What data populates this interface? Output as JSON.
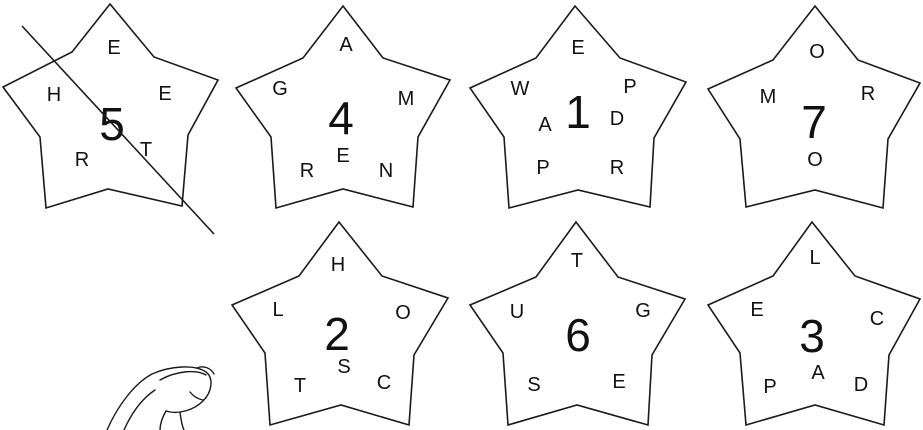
{
  "stars": [
    {
      "number": "5",
      "letters": [
        "E",
        "H",
        "E",
        "R",
        "T"
      ],
      "crossed_out": true
    },
    {
      "number": "4",
      "letters": [
        "A",
        "G",
        "M",
        "R",
        "E",
        "N"
      ],
      "crossed_out": false
    },
    {
      "number": "1",
      "letters": [
        "E",
        "W",
        "P",
        "A",
        "D",
        "P",
        "R"
      ],
      "crossed_out": false
    },
    {
      "number": "7",
      "letters": [
        "O",
        "M",
        "R",
        "O"
      ],
      "crossed_out": false
    },
    {
      "number": "2",
      "letters": [
        "H",
        "L",
        "O",
        "T",
        "S",
        "C"
      ],
      "crossed_out": false
    },
    {
      "number": "6",
      "letters": [
        "T",
        "U",
        "G",
        "S",
        "E"
      ],
      "crossed_out": false
    },
    {
      "number": "3",
      "letters": [
        "L",
        "E",
        "C",
        "P",
        "A",
        "D"
      ],
      "crossed_out": false
    }
  ],
  "decorations": {
    "hand_icon": "pointing-hand-icon"
  }
}
